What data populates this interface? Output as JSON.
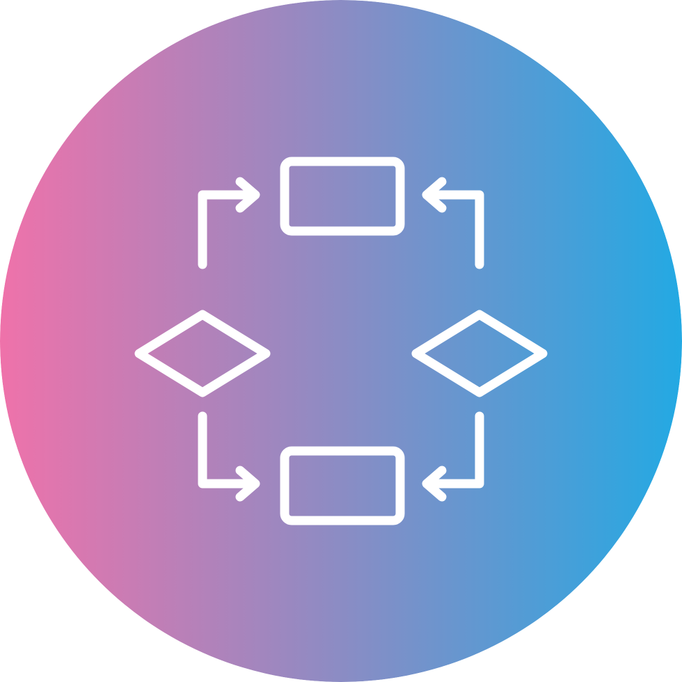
{
  "icon": {
    "name": "flowchart-cycle-icon",
    "gradient_start": "#EF72AA",
    "gradient_mid": "#8B8CC4",
    "gradient_end": "#23A9E3",
    "stroke_color": "#FFFFFF",
    "shapes": [
      "process-box",
      "process-box",
      "decision-diamond",
      "decision-diamond"
    ],
    "arrows": [
      "arrow-top-left",
      "arrow-top-right",
      "arrow-bottom-left",
      "arrow-bottom-right"
    ]
  }
}
